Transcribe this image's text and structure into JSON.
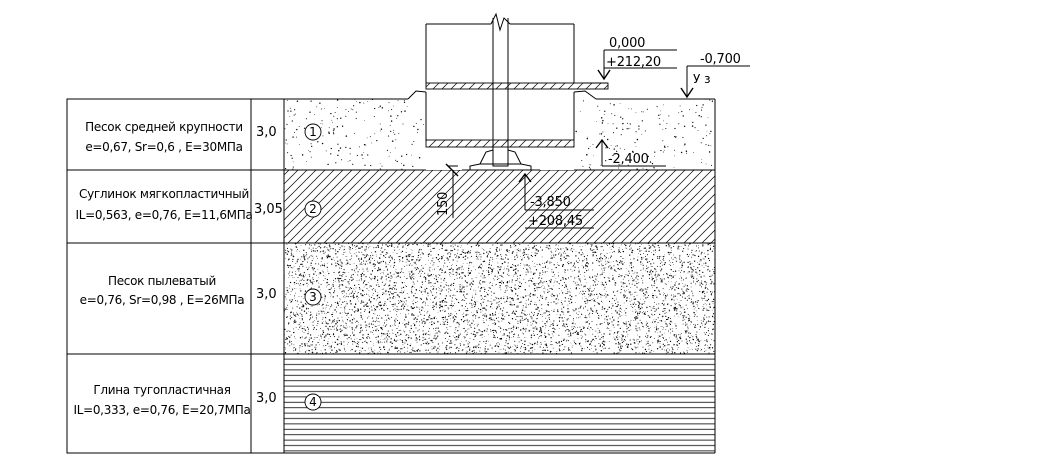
{
  "layers": [
    {
      "number": "1",
      "thickness": "3,0",
      "name": "Песок средней крупности",
      "props": "e=0,67, Sr=0,6 , E=30МПа"
    },
    {
      "number": "2",
      "thickness": "3,05",
      "name": "Суглинок мягкопластичный",
      "props": "IL=0,563, e=0,76, E=11,6МПа"
    },
    {
      "number": "3",
      "thickness": "3,0",
      "name": "Песок пылеватый",
      "props": "e=0,76, Sr=0,98 , E=26МПа"
    },
    {
      "number": "4",
      "thickness": "3,0",
      "name": "Глина тугопластичная",
      "props": "IL=0,333, e=0,76, E=20,7МПа"
    }
  ],
  "marks": {
    "zero": {
      "top": "0,000",
      "bottom": "+212,20"
    },
    "ground": {
      "top": "-0,700",
      "water_label": "У з"
    },
    "slab": {
      "top": "-2,400"
    },
    "base": {
      "top": "-3,850",
      "bottom": "+208,45"
    },
    "dim_150": "150"
  }
}
